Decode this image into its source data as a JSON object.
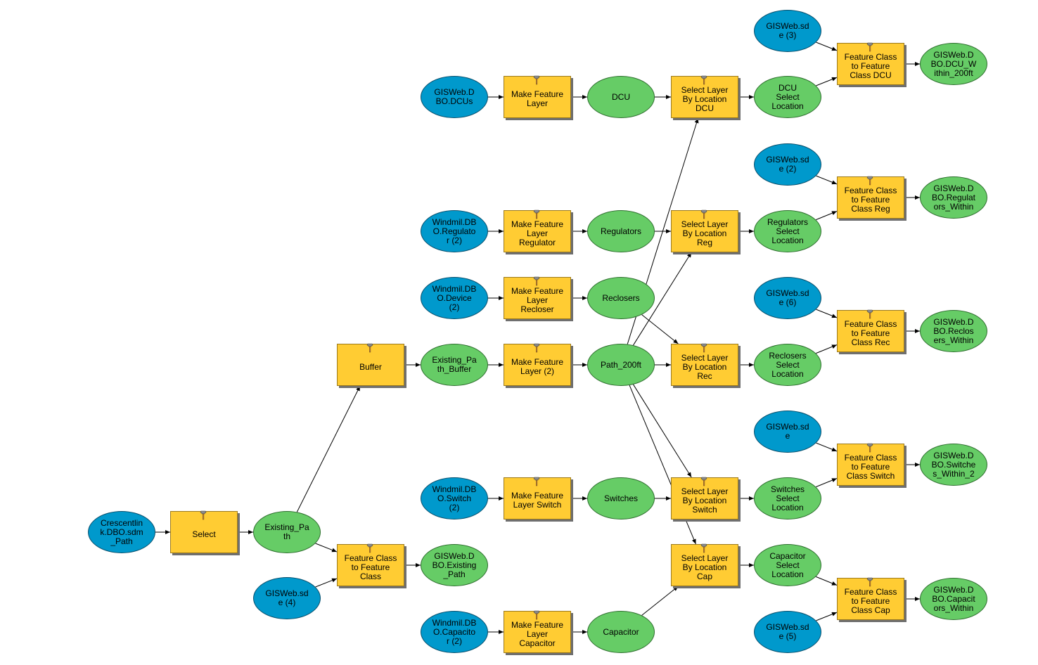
{
  "colors": {
    "tool": "#ffcc33",
    "derived": "#66cc66",
    "input": "#0099cc",
    "edge": "#000000"
  },
  "tool_icon": "hammer-icon",
  "nodes": [
    {
      "id": "crescentlink",
      "type": "input",
      "label": "Crescentlin\nk.DBO.sdm\n_Path"
    },
    {
      "id": "select",
      "type": "tool",
      "label": "Select"
    },
    {
      "id": "existing_path",
      "type": "data",
      "label": "Existing_Pa\nth"
    },
    {
      "id": "buffer",
      "type": "tool",
      "label": "Buffer"
    },
    {
      "id": "fc2fc",
      "type": "tool",
      "label": "Feature Class\nto Feature\nClass"
    },
    {
      "id": "gisweb4",
      "type": "input",
      "label": "GISWeb.sd\ne (4)"
    },
    {
      "id": "existing_out",
      "type": "data",
      "label": "GISWeb.D\nBO.Existing\n_Path"
    },
    {
      "id": "existing_buffer",
      "type": "data",
      "label": "Existing_Pa\nth_Buffer"
    },
    {
      "id": "mfl2",
      "type": "tool",
      "label": "Make Feature\nLayer (2)"
    },
    {
      "id": "path200",
      "type": "data",
      "label": "Path_200ft"
    },
    {
      "id": "dcus",
      "type": "input",
      "label": "GISWeb.D\nBO.DCUs"
    },
    {
      "id": "mfl_dcu",
      "type": "tool",
      "label": "Make Feature\nLayer"
    },
    {
      "id": "dcu",
      "type": "data",
      "label": "DCU"
    },
    {
      "id": "sel_dcu",
      "type": "tool",
      "label": "Select Layer\nBy Location\nDCU"
    },
    {
      "id": "dcu_sel",
      "type": "data",
      "label": "DCU\nSelect\nLocation"
    },
    {
      "id": "gisweb3",
      "type": "input",
      "label": "GISWeb.sd\ne (3)"
    },
    {
      "id": "fc_dcu",
      "type": "tool",
      "label": "Feature Class\nto Feature\nClass DCU"
    },
    {
      "id": "dcu_out",
      "type": "data",
      "label": "GISWeb.D\nBO.DCU_W\nithin_200ft"
    },
    {
      "id": "regsrc",
      "type": "input",
      "label": "Windmil.DB\nO.Regulato\nr (2)"
    },
    {
      "id": "mfl_reg",
      "type": "tool",
      "label": "Make Feature\nLayer\nRegulator"
    },
    {
      "id": "regulators",
      "type": "data",
      "label": "Regulators"
    },
    {
      "id": "sel_reg",
      "type": "tool",
      "label": "Select Layer\nBy Location\nReg"
    },
    {
      "id": "reg_sel",
      "type": "data",
      "label": "Regulators\nSelect\nLocation"
    },
    {
      "id": "gisweb2",
      "type": "input",
      "label": "GISWeb.sd\ne (2)"
    },
    {
      "id": "fc_reg",
      "type": "tool",
      "label": "Feature Class\nto Feature\nClass Reg"
    },
    {
      "id": "reg_out",
      "type": "data",
      "label": "GISWeb.D\nBO.Regulat\nors_Within"
    },
    {
      "id": "devsrc",
      "type": "input",
      "label": "Windmil.DB\nO.Device\n(2)"
    },
    {
      "id": "mfl_rec",
      "type": "tool",
      "label": "Make Feature\nLayer\nRecloser"
    },
    {
      "id": "reclosers",
      "type": "data",
      "label": "Reclosers"
    },
    {
      "id": "sel_rec",
      "type": "tool",
      "label": "Select Layer\nBy Location\nRec"
    },
    {
      "id": "rec_sel",
      "type": "data",
      "label": "Reclosers\nSelect\nLocation"
    },
    {
      "id": "gisweb6",
      "type": "input",
      "label": "GISWeb.sd\ne (6)"
    },
    {
      "id": "fc_rec",
      "type": "tool",
      "label": "Feature Class\nto Feature\nClass Rec"
    },
    {
      "id": "rec_out",
      "type": "data",
      "label": "GISWeb.D\nBO.Reclos\ners_Within"
    },
    {
      "id": "swsrc",
      "type": "input",
      "label": "Windmil.DB\nO.Switch\n(2)"
    },
    {
      "id": "mfl_sw",
      "type": "tool",
      "label": "Make Feature\nLayer Switch"
    },
    {
      "id": "switches",
      "type": "data",
      "label": "Switches"
    },
    {
      "id": "sel_sw",
      "type": "tool",
      "label": "Select Layer\nBy Location\nSwitch"
    },
    {
      "id": "sw_sel",
      "type": "data",
      "label": "Switches\nSelect\nLocation"
    },
    {
      "id": "gisweb",
      "type": "input",
      "label": "GISWeb.sd\ne"
    },
    {
      "id": "fc_sw",
      "type": "tool",
      "label": "Feature Class\nto Feature\nClass Switch"
    },
    {
      "id": "sw_out",
      "type": "data",
      "label": "GISWeb.D\nBO.Switche\ns_Within_2"
    },
    {
      "id": "capsrc",
      "type": "input",
      "label": "Windmil.DB\nO.Capacito\nr (2)"
    },
    {
      "id": "mfl_cap",
      "type": "tool",
      "label": "Make Feature\nLayer\nCapacitor"
    },
    {
      "id": "capacitor",
      "type": "data",
      "label": "Capacitor"
    },
    {
      "id": "sel_cap",
      "type": "tool",
      "label": "Select Layer\nBy Location\nCap"
    },
    {
      "id": "cap_sel",
      "type": "data",
      "label": "Capacitor\nSelect\nLocation"
    },
    {
      "id": "gisweb5",
      "type": "input",
      "label": "GISWeb.sd\ne (5)"
    },
    {
      "id": "fc_cap",
      "type": "tool",
      "label": "Feature Class\nto Feature\nClass Cap"
    },
    {
      "id": "cap_out",
      "type": "data",
      "label": "GISWeb.D\nBO.Capacit\nors_Within"
    }
  ],
  "edges": [
    [
      "crescentlink",
      "select"
    ],
    [
      "select",
      "existing_path"
    ],
    [
      "existing_path",
      "buffer"
    ],
    [
      "existing_path",
      "fc2fc"
    ],
    [
      "gisweb4",
      "fc2fc"
    ],
    [
      "fc2fc",
      "existing_out"
    ],
    [
      "buffer",
      "existing_buffer"
    ],
    [
      "existing_buffer",
      "mfl2"
    ],
    [
      "mfl2",
      "path200"
    ],
    [
      "dcus",
      "mfl_dcu"
    ],
    [
      "mfl_dcu",
      "dcu"
    ],
    [
      "dcu",
      "sel_dcu"
    ],
    [
      "path200",
      "sel_dcu"
    ],
    [
      "sel_dcu",
      "dcu_sel"
    ],
    [
      "dcu_sel",
      "fc_dcu"
    ],
    [
      "gisweb3",
      "fc_dcu"
    ],
    [
      "fc_dcu",
      "dcu_out"
    ],
    [
      "regsrc",
      "mfl_reg"
    ],
    [
      "mfl_reg",
      "regulators"
    ],
    [
      "regulators",
      "sel_reg"
    ],
    [
      "path200",
      "sel_reg"
    ],
    [
      "sel_reg",
      "reg_sel"
    ],
    [
      "reg_sel",
      "fc_reg"
    ],
    [
      "gisweb2",
      "fc_reg"
    ],
    [
      "fc_reg",
      "reg_out"
    ],
    [
      "devsrc",
      "mfl_rec"
    ],
    [
      "mfl_rec",
      "reclosers"
    ],
    [
      "reclosers",
      "sel_rec"
    ],
    [
      "path200",
      "sel_rec"
    ],
    [
      "sel_rec",
      "rec_sel"
    ],
    [
      "rec_sel",
      "fc_rec"
    ],
    [
      "gisweb6",
      "fc_rec"
    ],
    [
      "fc_rec",
      "rec_out"
    ],
    [
      "swsrc",
      "mfl_sw"
    ],
    [
      "mfl_sw",
      "switches"
    ],
    [
      "switches",
      "sel_sw"
    ],
    [
      "path200",
      "sel_sw"
    ],
    [
      "sel_sw",
      "sw_sel"
    ],
    [
      "sw_sel",
      "fc_sw"
    ],
    [
      "gisweb",
      "fc_sw"
    ],
    [
      "fc_sw",
      "sw_out"
    ],
    [
      "capsrc",
      "mfl_cap"
    ],
    [
      "mfl_cap",
      "capacitor"
    ],
    [
      "capacitor",
      "sel_cap"
    ],
    [
      "path200",
      "sel_cap"
    ],
    [
      "sel_cap",
      "cap_sel"
    ],
    [
      "cap_sel",
      "fc_cap"
    ],
    [
      "gisweb5",
      "fc_cap"
    ],
    [
      "fc_cap",
      "cap_out"
    ]
  ]
}
